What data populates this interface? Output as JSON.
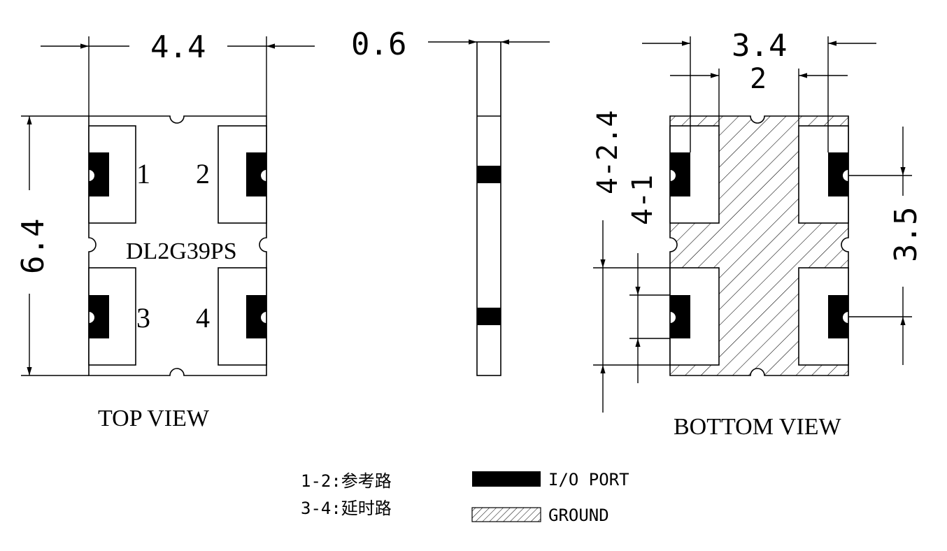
{
  "top_view": {
    "width_dim": "4.4",
    "height_dim": "6.4",
    "part_number": "DL2G39PS",
    "pins": [
      "1",
      "2",
      "3",
      "4"
    ],
    "label": "TOP VIEW"
  },
  "side_view": {
    "thickness_dim": "0.6"
  },
  "bottom_view": {
    "outer_dim": "3.4",
    "inner_dim": "2",
    "pad_length_dim": "4-2.4",
    "pad_width_dim": "4-1",
    "pitch_dim": "3.5",
    "label": "BOTTOM VIEW"
  },
  "notes": {
    "line1": "1-2:参考路",
    "line2": "3-4:延时路"
  },
  "legend": {
    "io_port": "I/O PORT",
    "ground": "GROUND"
  }
}
